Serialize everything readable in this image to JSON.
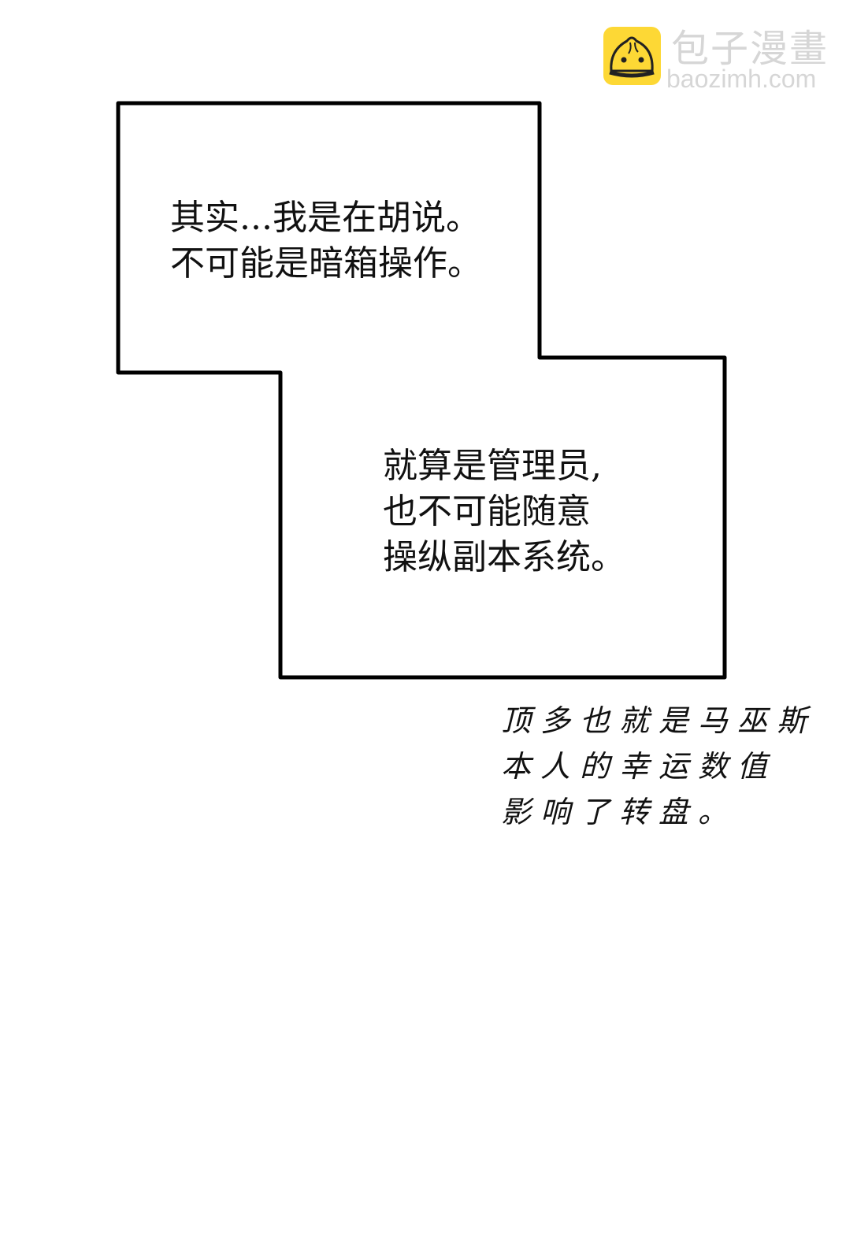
{
  "watermark": {
    "title": "包子漫畫",
    "url": "baozimh.com",
    "logo_color": "#fdd835",
    "text_color": "#d6d6d6"
  },
  "panel": {
    "stroke_color": "#000000",
    "outline_points": "150,131 685,131 685,454 920,454 920,860 356,860 356,473 150,473"
  },
  "dialogue_1": {
    "lines": [
      "其实...我是在胡说。",
      "不可能是暗箱操作。"
    ]
  },
  "dialogue_2": {
    "lines": [
      "就算是管理员,",
      "也不可能随意",
      "操纵副本系统。"
    ]
  },
  "handwritten_note": {
    "lines": [
      "顶多也就是马巫斯",
      "本人的幸运数值",
      "影响了转盘。"
    ]
  }
}
